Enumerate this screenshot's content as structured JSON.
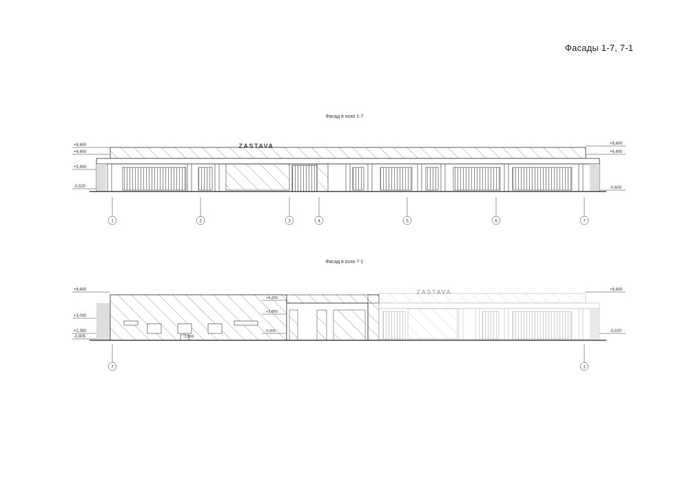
{
  "sheet": {
    "title": "Фасады 1-7, 7-1"
  },
  "elevations": [
    {
      "title": "Фасад в осях 1-7",
      "brand_sign": "ZASTAVA",
      "levels_left": [
        "+8,600",
        "+6,600",
        "+5,800",
        "-0,020"
      ],
      "levels_right": [
        "+8,600",
        "+6,600",
        "-0,600"
      ],
      "axes": [
        "1",
        "2",
        "3",
        "4",
        "5",
        "6",
        "7"
      ]
    },
    {
      "title": "Фасад в осях 7-1",
      "brand_sign": "ZASTAVA",
      "levels_left": [
        "+8,600",
        "+3,000",
        "+2,350",
        "-0,905"
      ],
      "levels_inner": [
        "+6,300",
        "+3,850",
        "0,000"
      ],
      "level_door": "-1,000",
      "levels_right": [
        "+8,600",
        "-0,020"
      ],
      "axes": [
        "7",
        "1"
      ]
    }
  ]
}
